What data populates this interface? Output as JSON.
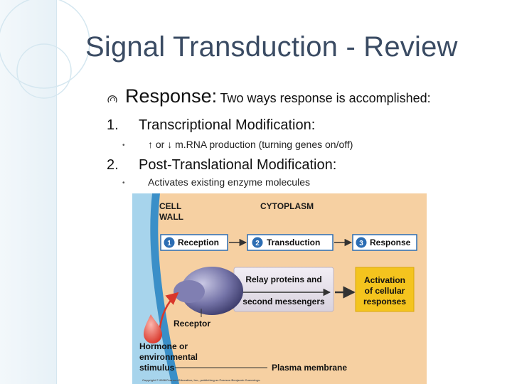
{
  "slide": {
    "title": "Signal Transduction - Review",
    "heading_big": "Response:",
    "heading_small": "Two ways response is accomplished:",
    "items": [
      {
        "number": "1.",
        "title": "Transcriptional Modification:",
        "sub": "↑ or ↓ m.RNA production (turning genes on/off)"
      },
      {
        "number": "2.",
        "title": "Post-Translational Modification:",
        "sub": "Activates existing enzyme molecules"
      }
    ]
  },
  "figure": {
    "cell_wall": [
      "CELL",
      "WALL"
    ],
    "cytoplasm": "CYTOPLASM",
    "steps": [
      {
        "num": "1",
        "label": "Reception"
      },
      {
        "num": "2",
        "label": "Transduction"
      },
      {
        "num": "3",
        "label": "Response"
      }
    ],
    "relay": [
      "Relay proteins and",
      "second messengers"
    ],
    "activation": [
      "Activation",
      "of cellular",
      "responses"
    ],
    "receptor": "Receptor",
    "hormone": [
      "Hormone or",
      "environmental",
      "stimulus"
    ],
    "membrane": "Plasma membrane",
    "copyright": "Copyright © 2008 Pearson Education, Inc., publishing as Pearson Benjamin Cummings."
  },
  "colors": {
    "title": "#3a4b63",
    "cytoplasm_bg": "#f6d0a2",
    "cell_wall": "#a7d4ec",
    "membrane_blue": "#3a8fc8",
    "step_blue": "#2c6db3",
    "relay_bg": "#e9e4ec",
    "activation_bg": "#f4c41e",
    "receptor": "#6f6e9e",
    "hormone": "#e74a3c"
  }
}
